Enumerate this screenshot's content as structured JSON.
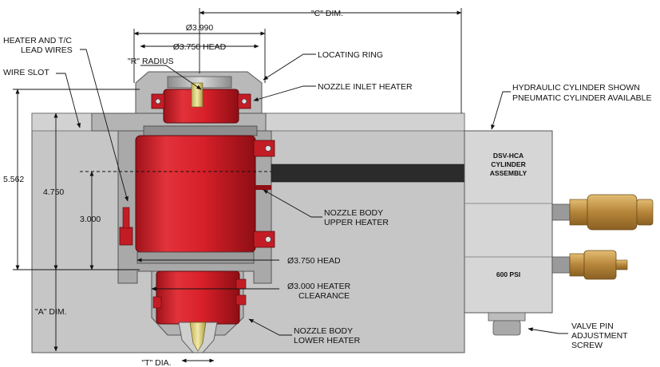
{
  "colors": {
    "plate": "#c9c9c9",
    "plate_dark": "#9d9d9d",
    "heater_red": "#d8202a",
    "heater_dark": "#8e0e14",
    "brass": "#c99a4a",
    "cylinder": "#d4d4d4",
    "rod": "#2b2b2b"
  },
  "labels": {
    "c_dim": "\"C\" DIM.",
    "dia_3990": "Ø3.990",
    "dia_3750_head_top": "Ø3.750 HEAD",
    "heater_tc": "HEATER AND T/C",
    "lead_wires": "LEAD WIRES",
    "r_radius": "\"R\" RADIUS",
    "wire_slot": "WIRE SLOT",
    "locating_ring": "LOCATING RING",
    "nozzle_inlet_heater": "NOZZLE INLET HEATER",
    "hydraulic_1": "HYDRAULIC CYLINDER SHOWN",
    "hydraulic_2": "PNEUMATIC CYLINDER AVAILABLE",
    "cyl_1": "DSV-HCA",
    "cyl_2": "CYLINDER",
    "cyl_3": "ASSEMBLY",
    "psi": "600 PSI",
    "dim_5562": "5.562",
    "dim_4750": "4.750",
    "dim_3000": "3.000",
    "nozzle_upper_1": "NOZZLE BODY",
    "nozzle_upper_2": "UPPER HEATER",
    "dia_3750_head_bottom": "Ø3.750 HEAD",
    "heater_clear_1": "Ø3.000 HEATER",
    "heater_clear_2": "CLEARANCE",
    "a_dim": "\"A\" DIM.",
    "nozzle_lower_1": "NOZZLE BODY",
    "nozzle_lower_2": "LOWER HEATER",
    "valve_1": "VALVE PIN",
    "valve_2": "ADJUSTMENT",
    "valve_3": "SCREW",
    "t_dia": "\"T\" DIA."
  }
}
